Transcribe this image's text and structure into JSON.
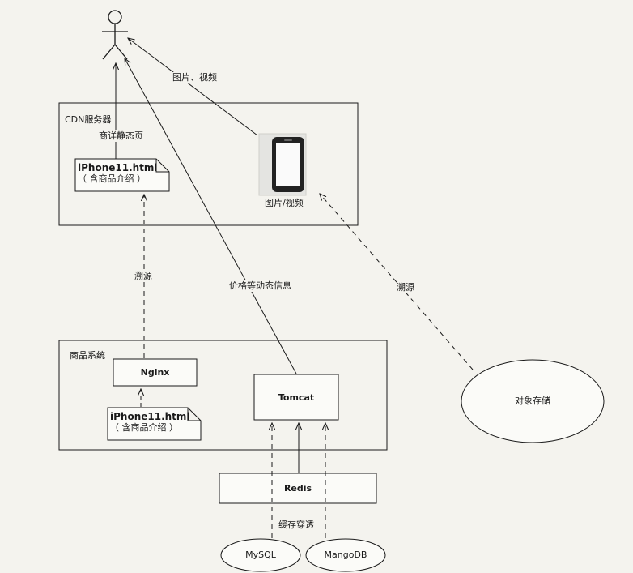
{
  "actor": {
    "icon": "user-icon"
  },
  "cdn": {
    "title": "CDN服务器",
    "static_page_label": "商详静态页",
    "doc": {
      "line1": "iPhone11.html",
      "line2": "（ 含商品介绍 ）"
    },
    "phone": {
      "icon": "smartphone-icon",
      "label": "图片/视频"
    }
  },
  "arrows": {
    "to_user_media": "图片、视频",
    "origin_pull_left": "溯源",
    "dynamic_info": "价格等动态信息",
    "origin_pull_right": "溯源",
    "cache_penetration": "缓存穿透"
  },
  "product_system": {
    "title": "商品系统",
    "nginx": "Nginx",
    "tomcat": "Tomcat",
    "doc": {
      "line1": "iPhone11.html",
      "line2": "（ 含商品介绍 ）"
    }
  },
  "redis": "Redis",
  "object_storage": "对象存储",
  "databases": {
    "mysql": "MySQL",
    "mangodb": "MangoDB"
  }
}
